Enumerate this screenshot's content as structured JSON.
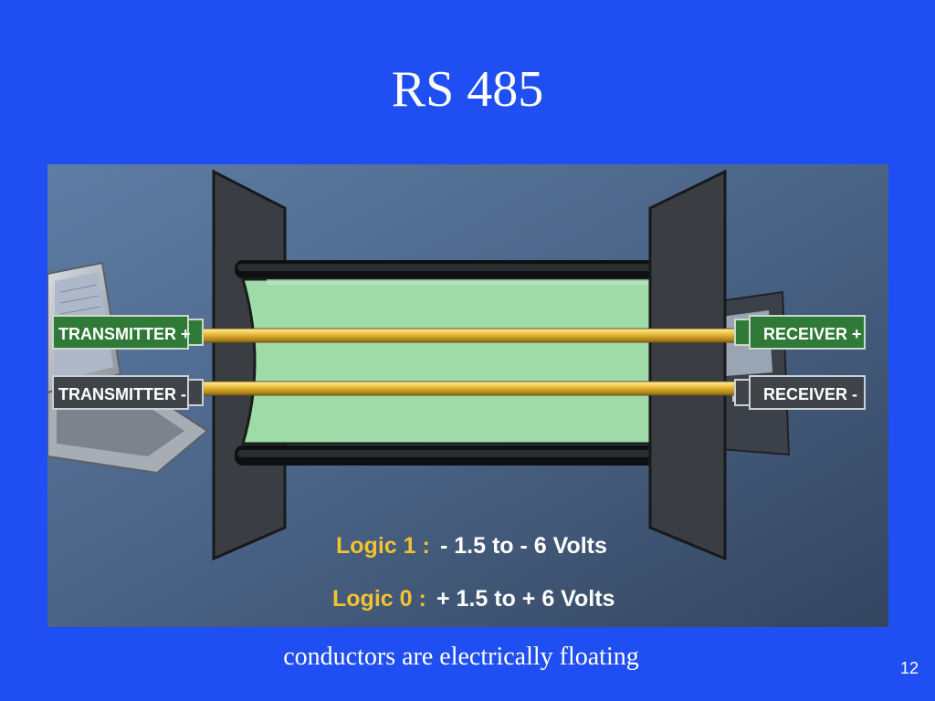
{
  "slide": {
    "title": "RS 485",
    "caption": "conductors are electrically floating",
    "page_number": "12"
  },
  "diagram": {
    "labels": {
      "transmitter_plus": "TRANSMITTER +",
      "transmitter_minus": "TRANSMITTER -",
      "receiver_plus": "RECEIVER +",
      "receiver_minus": "RECEIVER -"
    },
    "logic": {
      "one_label": "Logic 1 :",
      "one_value": "- 1.5 to - 6 Volts",
      "zero_label": "Logic 0 :",
      "zero_value": "+ 1.5 to + 6 Volts"
    },
    "colors": {
      "slide_background": "#1f4ff2",
      "cable_fill": "#9fdba8",
      "conductor": "#d4a52a",
      "logic_label": "#f2c32e",
      "logic_value": "#ffffff"
    }
  }
}
